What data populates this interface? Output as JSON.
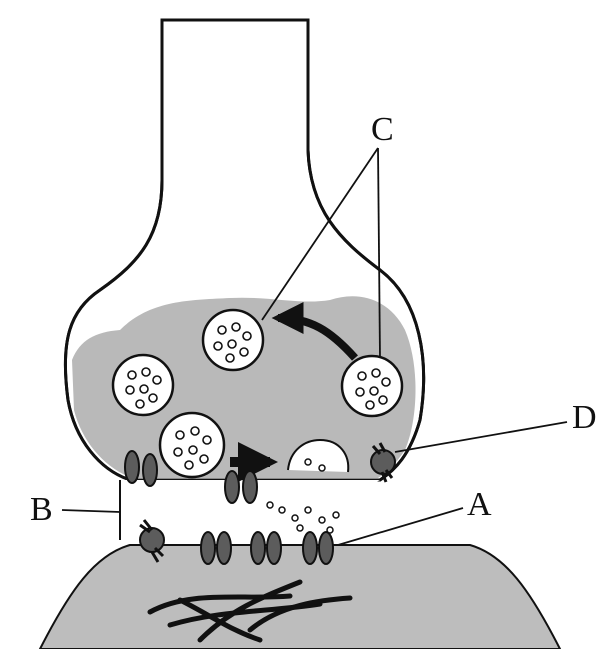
{
  "diagram": {
    "labels": {
      "A": "A",
      "B": "B",
      "C": "C",
      "D": "D"
    },
    "colors": {
      "cytoplasm": "#b9b9b9",
      "postsynaptic": "#bdbdbd",
      "receptor": "#5c5c5c",
      "outline": "#111111",
      "vesicle_fill": "#ffffff"
    }
  }
}
